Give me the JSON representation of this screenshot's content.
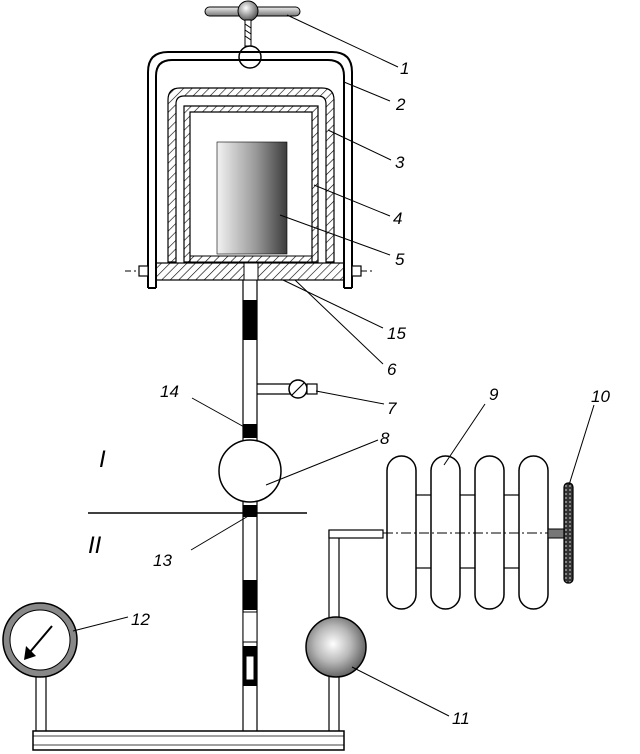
{
  "labels": {
    "l1": "1",
    "l2": "2",
    "l3": "3",
    "l4": "4",
    "l5": "5",
    "l6": "6",
    "l7": "7",
    "l8": "8",
    "l9": "9",
    "l10": "10",
    "l11": "11",
    "l12": "12",
    "l13": "13",
    "l14": "14",
    "l15": "15"
  },
  "zones": {
    "upper": "I",
    "lower": "II"
  },
  "colors": {
    "line": "#000000",
    "hatch": "#000000",
    "fill_light": "#ffffff"
  }
}
